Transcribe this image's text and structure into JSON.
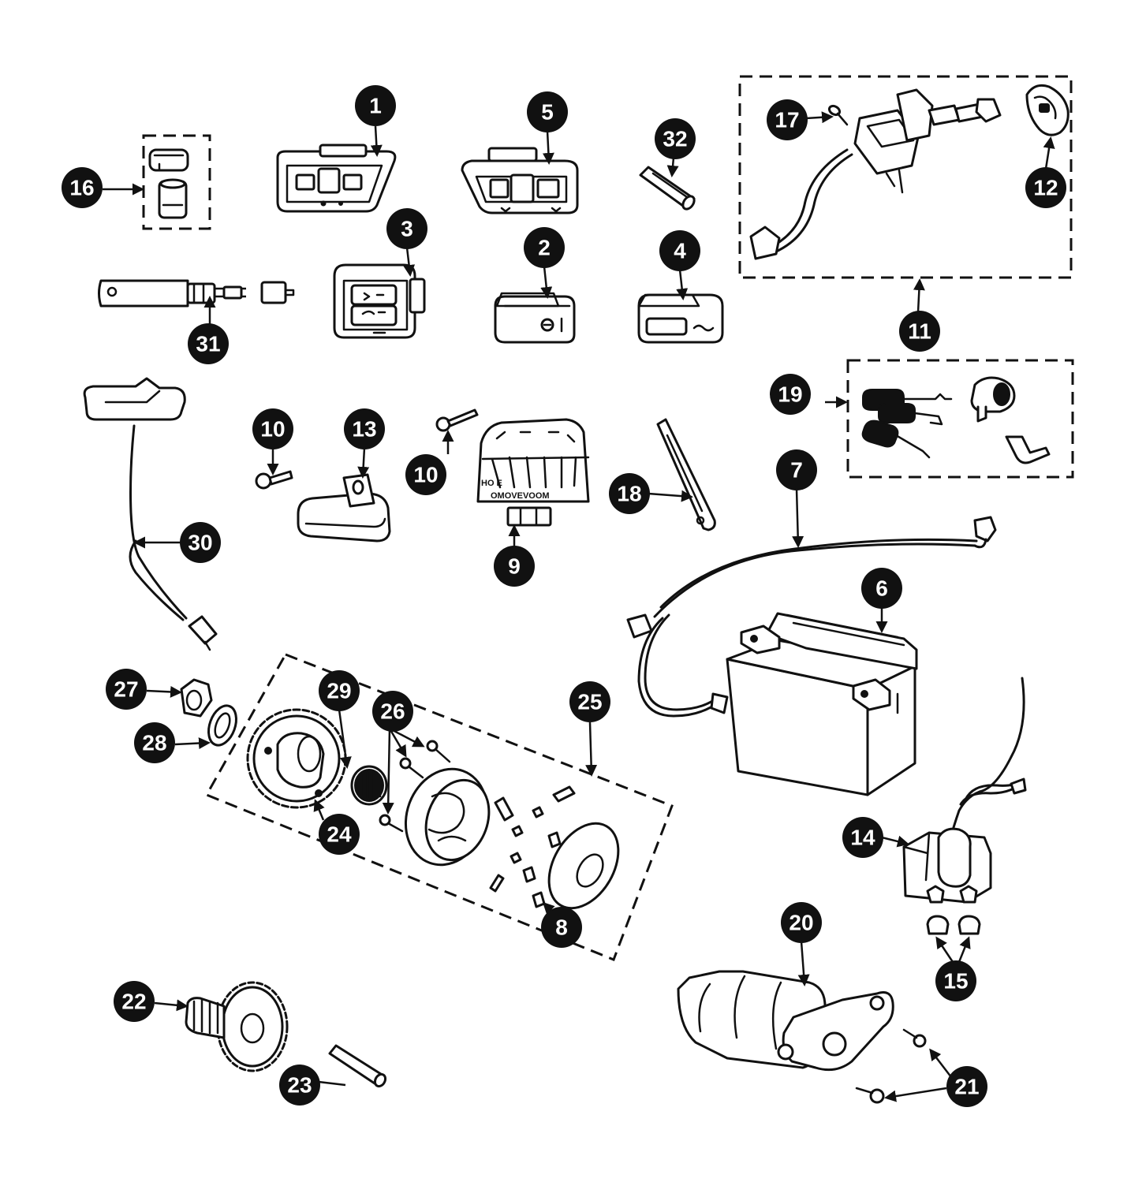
{
  "colors": {
    "ink": "#111111",
    "paper": "#ffffff"
  },
  "regulator_text": {
    "line1": "HO E",
    "line2": "OMOVEVOOM"
  },
  "callouts": [
    {
      "id": "1",
      "label": "1",
      "part": "left-handlebar-switch"
    },
    {
      "id": "2",
      "label": "2",
      "part": "horn-switch"
    },
    {
      "id": "3",
      "label": "3",
      "part": "headlight-switch"
    },
    {
      "id": "4",
      "label": "4",
      "part": "starter-switch"
    },
    {
      "id": "5",
      "label": "5",
      "part": "right-handlebar-switch"
    },
    {
      "id": "6",
      "label": "6",
      "part": "battery"
    },
    {
      "id": "7",
      "label": "7",
      "part": "battery-cable"
    },
    {
      "id": "8",
      "label": "8",
      "part": "clutch-rollers"
    },
    {
      "id": "9",
      "label": "9",
      "part": "regulator-rectifier"
    },
    {
      "id": "10a",
      "label": "10",
      "part": "bolt"
    },
    {
      "id": "10b",
      "label": "10",
      "part": "bolt"
    },
    {
      "id": "11",
      "label": "11",
      "part": "ignition-switch-assembly"
    },
    {
      "id": "12",
      "label": "12",
      "part": "lock-cover"
    },
    {
      "id": "13",
      "label": "13",
      "part": "relay"
    },
    {
      "id": "14",
      "label": "14",
      "part": "starter-relay"
    },
    {
      "id": "15",
      "label": "15",
      "part": "terminal-caps"
    },
    {
      "id": "16",
      "label": "16",
      "part": "fuse-holder"
    },
    {
      "id": "17",
      "label": "17",
      "part": "screw"
    },
    {
      "id": "18",
      "label": "18",
      "part": "battery-strap"
    },
    {
      "id": "19",
      "label": "19",
      "part": "key-set"
    },
    {
      "id": "20",
      "label": "20",
      "part": "starter-motor"
    },
    {
      "id": "21",
      "label": "21",
      "part": "starter-bolts"
    },
    {
      "id": "22",
      "label": "22",
      "part": "idle-gear"
    },
    {
      "id": "23",
      "label": "23",
      "part": "gear-shaft"
    },
    {
      "id": "24",
      "label": "24",
      "part": "starter-driven-gear"
    },
    {
      "id": "25",
      "label": "25",
      "part": "starter-clutch-assembly"
    },
    {
      "id": "26",
      "label": "26",
      "part": "clutch-bolts"
    },
    {
      "id": "27",
      "label": "27",
      "part": "nut"
    },
    {
      "id": "28",
      "label": "28",
      "part": "washer"
    },
    {
      "id": "29",
      "label": "29",
      "part": "needle-bearing"
    },
    {
      "id": "30",
      "label": "30",
      "part": "fuel-sender"
    },
    {
      "id": "31",
      "label": "31",
      "part": "flasher-relay"
    },
    {
      "id": "32",
      "label": "32",
      "part": "fuse"
    }
  ]
}
